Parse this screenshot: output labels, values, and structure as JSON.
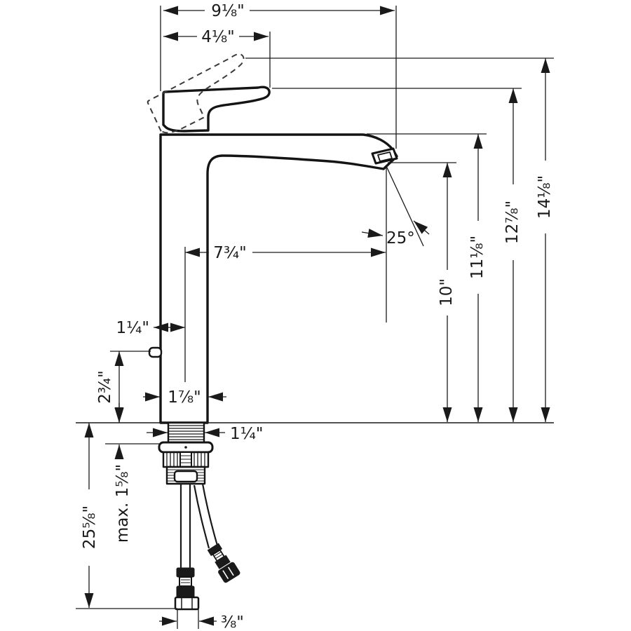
{
  "drawing": {
    "kind": "technical-dimension-drawing",
    "labels": {
      "total_width": "9⅛\"",
      "handle_width": "4⅛\"",
      "spout_reach": "7¾\"",
      "lever_offset": "1¼\"",
      "lever_height": "2¾\"",
      "body_width": "1⅞\"",
      "shank_width": "1¼\"",
      "max_deck_thickness": "max. 1⅝\"",
      "hose_length": "25⅝\"",
      "connection_size": "⅜\"",
      "outlet_height": "10\"",
      "spout_top_height": "11⅛\"",
      "handle_height": "12⅞\"",
      "total_height": "14⅛\"",
      "outlet_angle": "25°"
    }
  }
}
